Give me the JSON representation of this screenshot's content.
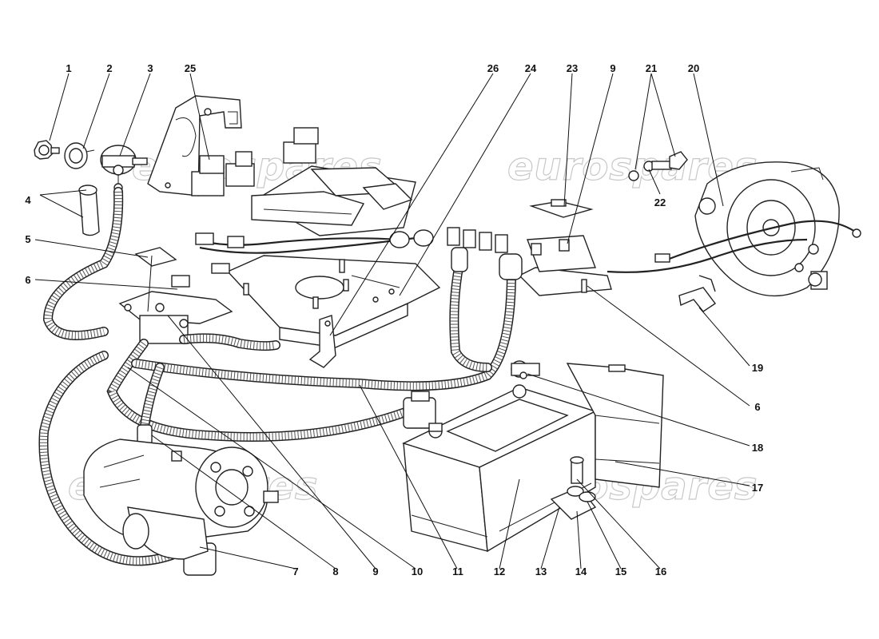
{
  "watermark": {
    "text": "eurospares"
  },
  "callouts": [
    {
      "id": "1",
      "label": "1"
    },
    {
      "id": "2",
      "label": "2"
    },
    {
      "id": "3",
      "label": "3"
    },
    {
      "id": "25",
      "label": "25"
    },
    {
      "id": "26",
      "label": "26"
    },
    {
      "id": "24",
      "label": "24"
    },
    {
      "id": "23",
      "label": "23"
    },
    {
      "id": "9a",
      "label": "9"
    },
    {
      "id": "21",
      "label": "21"
    },
    {
      "id": "20",
      "label": "20"
    },
    {
      "id": "4",
      "label": "4"
    },
    {
      "id": "5",
      "label": "5"
    },
    {
      "id": "6a",
      "label": "6"
    },
    {
      "id": "22",
      "label": "22"
    },
    {
      "id": "19",
      "label": "19"
    },
    {
      "id": "6b",
      "label": "6"
    },
    {
      "id": "18",
      "label": "18"
    },
    {
      "id": "17",
      "label": "17"
    },
    {
      "id": "7",
      "label": "7"
    },
    {
      "id": "8",
      "label": "8"
    },
    {
      "id": "9b",
      "label": "9"
    },
    {
      "id": "10",
      "label": "10"
    },
    {
      "id": "11",
      "label": "11"
    },
    {
      "id": "12",
      "label": "12"
    },
    {
      "id": "13",
      "label": "13"
    },
    {
      "id": "14",
      "label": "14"
    },
    {
      "id": "15",
      "label": "15"
    },
    {
      "id": "16",
      "label": "16"
    }
  ]
}
